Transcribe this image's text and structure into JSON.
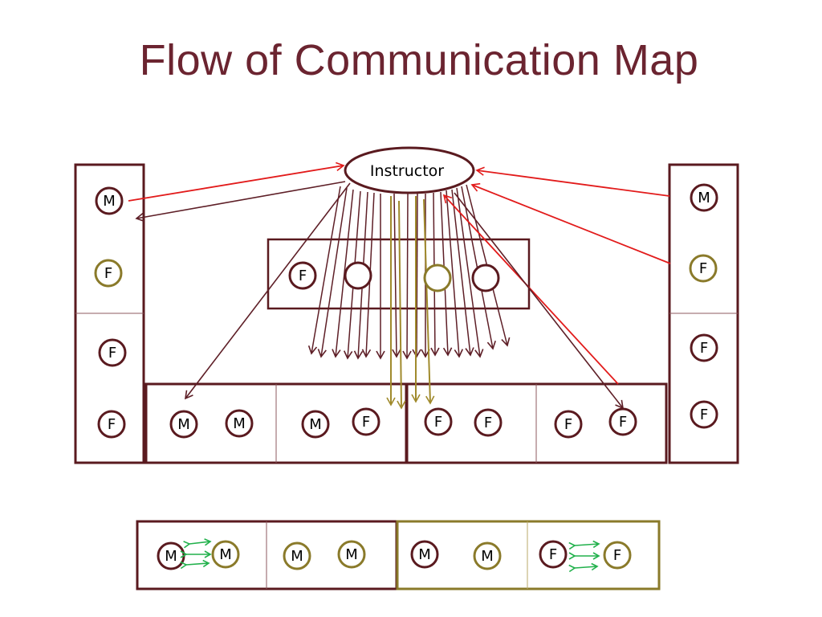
{
  "slide": {
    "title": "Flow of Communication Map"
  },
  "instructor": {
    "label": "Instructor"
  },
  "colors": {
    "box": "#5a1a1f",
    "maroon": "#5e1f27",
    "olive": "#8a7a2a",
    "red": "#e21b1b",
    "green": "#22b14c",
    "title": "#6b2430"
  },
  "left_column": [
    "M",
    "F",
    "F",
    "F"
  ],
  "right_column": [
    "M",
    "F",
    "F",
    "F"
  ],
  "center_table": [
    "F",
    "",
    "",
    ""
  ],
  "front_row": {
    "tables": [
      [
        "M",
        "M"
      ],
      [
        "M",
        "F"
      ],
      [
        "F",
        "F"
      ],
      [
        "F",
        "F"
      ]
    ]
  },
  "legend_row": {
    "tables": [
      [
        "M",
        "M"
      ],
      [
        "M",
        "M"
      ],
      [
        "M",
        "M"
      ],
      [
        "F",
        "F"
      ]
    ]
  }
}
